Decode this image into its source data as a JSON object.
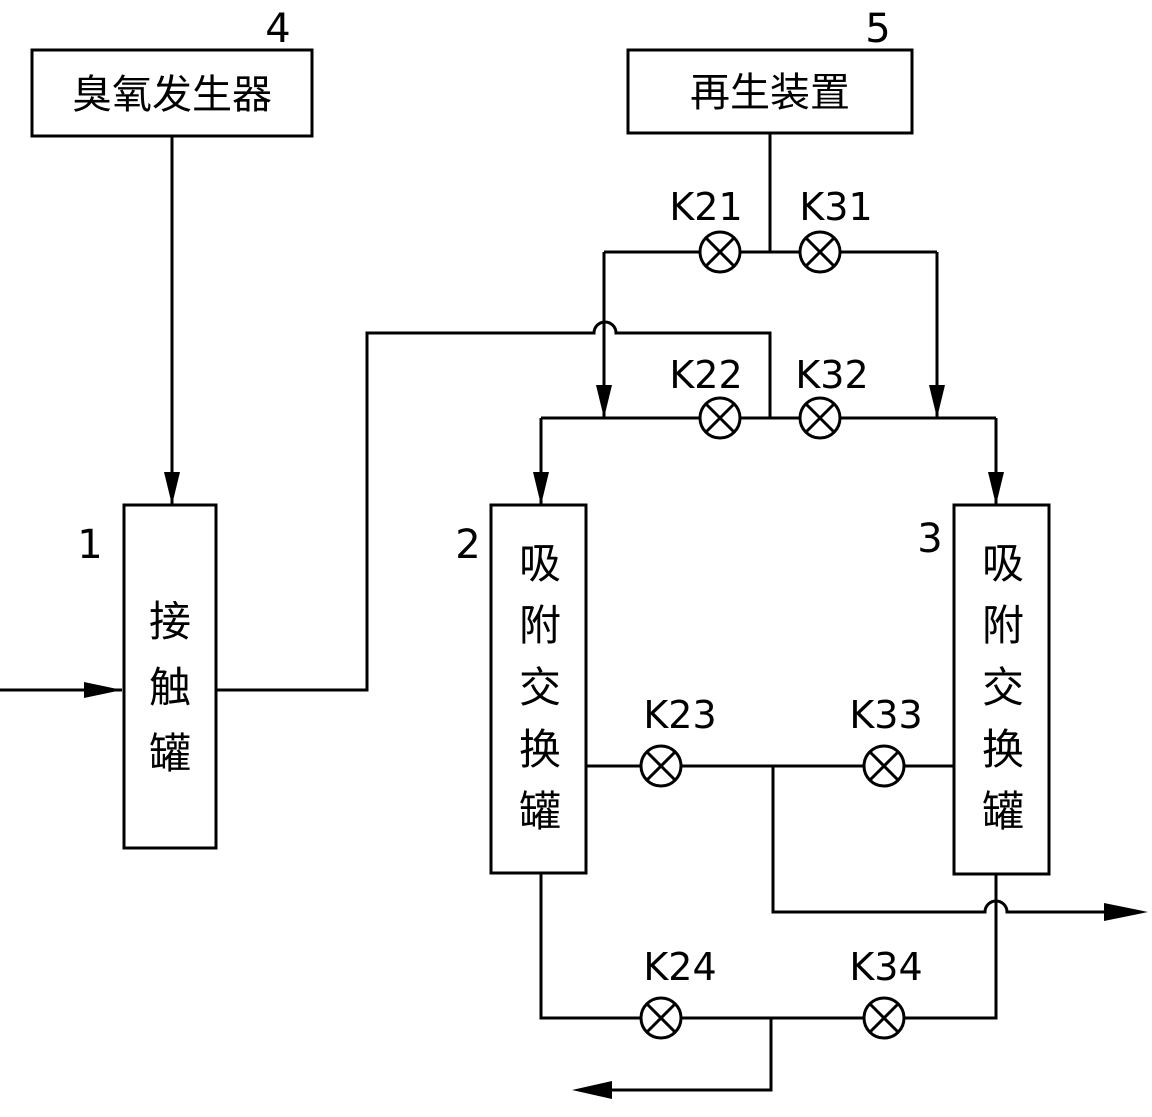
{
  "boxes": {
    "ozone_generator": {
      "label": "臭氧发生器",
      "number": "4"
    },
    "regenerator": {
      "label": "再生装置",
      "number": "5"
    },
    "contact_tank": {
      "label_chars": [
        "接",
        "触",
        "罐"
      ],
      "number": "1"
    },
    "adsorption_tank_2": {
      "label_chars": [
        "吸",
        "附",
        "交",
        "换",
        "罐"
      ],
      "number": "2"
    },
    "adsorption_tank_3": {
      "label_chars": [
        "吸",
        "附",
        "交",
        "换",
        "罐"
      ],
      "number": "3"
    }
  },
  "valves": {
    "k21": "K21",
    "k31": "K31",
    "k22": "K22",
    "k32": "K32",
    "k23": "K23",
    "k33": "K33",
    "k24": "K24",
    "k34": "K34"
  }
}
